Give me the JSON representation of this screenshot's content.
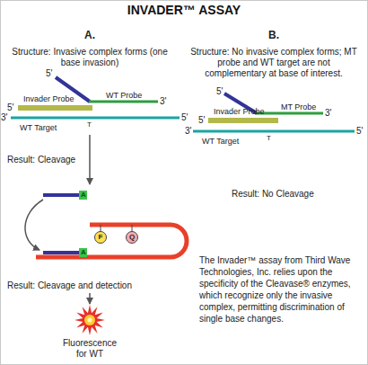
{
  "diagram": {
    "title": "INVADER™ ASSAY",
    "caption": "The Invader™ assay from Third Wave Technologies, Inc. relies upon the specificity of the Cleavase® enzymes, which recognize only the invasive complex, permitting discrimination of single base changes.",
    "nodes": [
      {
        "text": [
          "F"
        ]
      },
      {
        "text": [
          "Q"
        ]
      }
    ],
    "labels": [
      "A.",
      "B.",
      "Structure: Invasive complex forms (one base invasion)",
      "5'",
      "WT Probe",
      "3'",
      "5'",
      "Invader Probe",
      "3'",
      "5'",
      "T",
      "WT Target",
      "Structure: No invasive complex forms; MT probe and WT target are not complementary at base of interest.",
      "5'",
      "MT Probe",
      "3'",
      "5'",
      "Invader Probe",
      "3'",
      "5'",
      "T",
      "WT Target",
      "Result: Cleavage",
      "A",
      "A",
      "Result: Cleavage and detection",
      "Fluorescence for WT",
      "Result: No Cleavage"
    ]
  }
}
